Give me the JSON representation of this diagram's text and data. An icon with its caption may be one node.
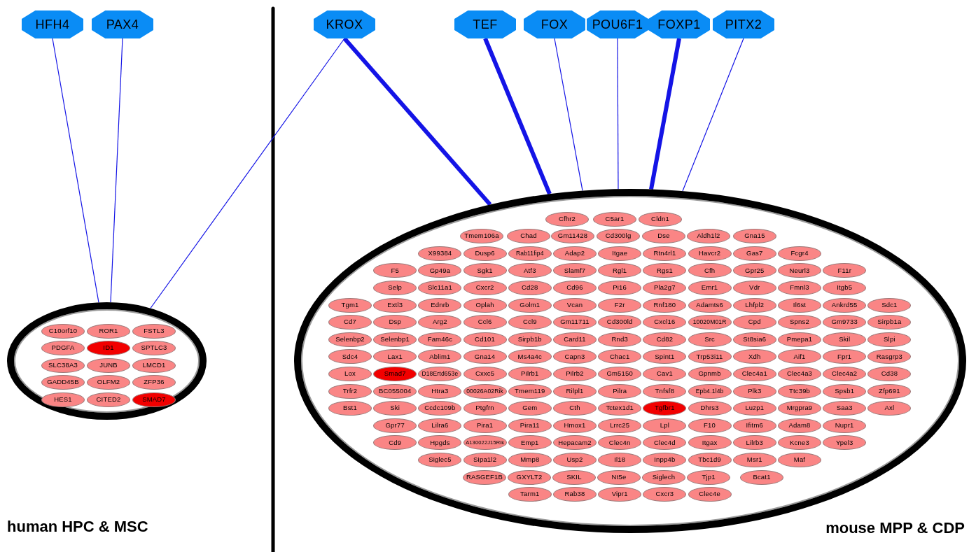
{
  "diagram": {
    "nodes": [
      {
        "text": [
          "HFH4"
        ]
      },
      {
        "text": [
          "PAX4"
        ]
      },
      {
        "text": [
          "KROX"
        ]
      },
      {
        "text": [
          "TEF"
        ]
      },
      {
        "text": [
          "FOX"
        ]
      },
      {
        "text": [
          "POU6F1"
        ]
      },
      {
        "text": [
          "FOXP1"
        ]
      },
      {
        "text": [
          "PITX2"
        ]
      },
      {
        "text": [],
        "shape": "ellipse"
      },
      {
        "text": [
          "C10orf10"
        ],
        "in": 8
      },
      {
        "text": [
          "ROR1"
        ],
        "in": 8
      },
      {
        "text": [
          "FSTL3"
        ],
        "in": 8
      },
      {
        "text": [
          "PDGFA"
        ],
        "in": 8
      },
      {
        "text": [
          "ID1"
        ],
        "in": 8
      },
      {
        "text": [
          "SPTLC3"
        ],
        "in": 8
      },
      {
        "text": [
          "SLC38A3"
        ],
        "in": 8
      },
      {
        "text": [
          "JUNB"
        ],
        "in": 8
      },
      {
        "text": [
          "LMCD1"
        ],
        "in": 8
      },
      {
        "text": [
          "GADD45B"
        ],
        "in": 8
      },
      {
        "text": [
          "OLFM2"
        ],
        "in": 8
      },
      {
        "text": [
          "ZFP36"
        ],
        "in": 8
      },
      {
        "text": [
          "HES1"
        ],
        "in": 8
      },
      {
        "text": [
          "CITED2"
        ],
        "in": 8
      },
      {
        "text": [
          "SMAD7"
        ],
        "in": 8
      },
      {
        "text": [],
        "shape": "ellipse"
      },
      {
        "text": [
          "Cfhr2"
        ],
        "in": 24
      },
      {
        "text": [
          "C5ar1"
        ],
        "in": 24
      },
      {
        "text": [
          "Cldn1"
        ],
        "in": 24
      },
      {
        "text": [
          "Tmem106a"
        ],
        "in": 24
      },
      {
        "text": [
          "Chad"
        ],
        "in": 24
      },
      {
        "text": [
          "Gm11428"
        ],
        "in": 24
      },
      {
        "text": [
          "Cd300lg"
        ],
        "in": 24
      },
      {
        "text": [
          "Dse"
        ],
        "in": 24
      },
      {
        "text": [
          "Aldh1l2"
        ],
        "in": 24
      },
      {
        "text": [
          "Gna15"
        ],
        "in": 24
      },
      {
        "text": [
          "X99384"
        ],
        "in": 24
      },
      {
        "text": [
          "Dusp6"
        ],
        "in": 24
      },
      {
        "text": [
          "Rab11fip4"
        ],
        "in": 24
      },
      {
        "text": [
          "Adap2"
        ],
        "in": 24
      },
      {
        "text": [
          "Itgae"
        ],
        "in": 24
      },
      {
        "text": [
          "Rtn4rl1"
        ],
        "in": 24
      },
      {
        "text": [
          "Havcr2"
        ],
        "in": 24
      },
      {
        "text": [
          "Gas7"
        ],
        "in": 24
      },
      {
        "text": [
          "Fcgr4"
        ],
        "in": 24
      },
      {
        "text": [
          "F5"
        ],
        "in": 24
      },
      {
        "text": [
          "Gp49a"
        ],
        "in": 24
      },
      {
        "text": [
          "Sgk1"
        ],
        "in": 24
      },
      {
        "text": [
          "Atf3"
        ],
        "in": 24
      },
      {
        "text": [
          "Slamf7"
        ],
        "in": 24
      },
      {
        "text": [
          "Rgl1"
        ],
        "in": 24
      },
      {
        "text": [
          "Rgs1"
        ],
        "in": 24
      },
      {
        "text": [
          "Cfh"
        ],
        "in": 24
      },
      {
        "text": [
          "Gpr25"
        ],
        "in": 24
      },
      {
        "text": [
          "Neurl3"
        ],
        "in": 24
      },
      {
        "text": [
          "F11r"
        ],
        "in": 24
      },
      {
        "text": [
          "Selp"
        ],
        "in": 24
      },
      {
        "text": [
          "Slc11a1"
        ],
        "in": 24
      },
      {
        "text": [
          "Cxcr2"
        ],
        "in": 24
      },
      {
        "text": [
          "Cd28"
        ],
        "in": 24
      },
      {
        "text": [
          "Cd96"
        ],
        "in": 24
      },
      {
        "text": [
          "Pi16"
        ],
        "in": 24
      },
      {
        "text": [
          "Pla2g7"
        ],
        "in": 24
      },
      {
        "text": [
          "Emr1"
        ],
        "in": 24
      },
      {
        "text": [
          "Vdr"
        ],
        "in": 24
      },
      {
        "text": [
          "Fmnl3"
        ],
        "in": 24
      },
      {
        "text": [
          "Itgb5"
        ],
        "in": 24
      },
      {
        "text": [
          "Tgm1"
        ],
        "in": 24
      },
      {
        "text": [
          "Extl3"
        ],
        "in": 24
      },
      {
        "text": [
          "Ednrb"
        ],
        "in": 24
      },
      {
        "text": [
          "Oplah"
        ],
        "in": 24
      },
      {
        "text": [
          "Golm1"
        ],
        "in": 24
      },
      {
        "text": [
          "Vcan"
        ],
        "in": 24
      },
      {
        "text": [
          "F2r"
        ],
        "in": 24
      },
      {
        "text": [
          "Rnf180"
        ],
        "in": 24
      },
      {
        "text": [
          "Adamts6"
        ],
        "in": 24
      },
      {
        "text": [
          "Lhfpl2"
        ],
        "in": 24
      },
      {
        "text": [
          "Il6st"
        ],
        "in": 24
      },
      {
        "text": [
          "Ankrd55"
        ],
        "in": 24
      },
      {
        "text": [
          "Sdc1"
        ],
        "in": 24
      },
      {
        "text": [
          "Cd7"
        ],
        "in": 24
      },
      {
        "text": [
          "Dsp"
        ],
        "in": 24
      },
      {
        "text": [
          "Arg2"
        ],
        "in": 24
      },
      {
        "text": [
          "Ccl6"
        ],
        "in": 24
      },
      {
        "text": [
          "Ccl9"
        ],
        "in": 24
      },
      {
        "text": [
          "Gm11711"
        ],
        "in": 24
      },
      {
        "text": [
          "Cd300ld"
        ],
        "in": 24
      },
      {
        "text": [
          "Cxcl16"
        ],
        "in": 24
      },
      {
        "text": [
          "10020M01R"
        ],
        "in": 24
      },
      {
        "text": [
          "Cpd"
        ],
        "in": 24
      },
      {
        "text": [
          "Spns2"
        ],
        "in": 24
      },
      {
        "text": [
          "Gm9733"
        ],
        "in": 24
      },
      {
        "text": [
          "Sirpb1a"
        ],
        "in": 24
      },
      {
        "text": [
          "Selenbp2"
        ],
        "in": 24
      },
      {
        "text": [
          "Selenbp1"
        ],
        "in": 24
      },
      {
        "text": [
          "Fam46c"
        ],
        "in": 24
      },
      {
        "text": [
          "Cd101"
        ],
        "in": 24
      },
      {
        "text": [
          "Sirpb1b"
        ],
        "in": 24
      },
      {
        "text": [
          "Card11"
        ],
        "in": 24
      },
      {
        "text": [
          "Rnd3"
        ],
        "in": 24
      },
      {
        "text": [
          "Cd82"
        ],
        "in": 24
      },
      {
        "text": [
          "Src"
        ],
        "in": 24
      },
      {
        "text": [
          "St8sia6"
        ],
        "in": 24
      },
      {
        "text": [
          "Pmepa1"
        ],
        "in": 24
      },
      {
        "text": [
          "Skil"
        ],
        "in": 24
      },
      {
        "text": [
          "Slpi"
        ],
        "in": 24
      },
      {
        "text": [
          "Sdc4"
        ],
        "in": 24
      },
      {
        "text": [
          "Lax1"
        ],
        "in": 24
      },
      {
        "text": [
          "Ablim1"
        ],
        "in": 24
      },
      {
        "text": [
          "Gna14"
        ],
        "in": 24
      },
      {
        "text": [
          "Ms4a4c"
        ],
        "in": 24
      },
      {
        "text": [
          "Capn3"
        ],
        "in": 24
      },
      {
        "text": [
          "Chac1"
        ],
        "in": 24
      },
      {
        "text": [
          "Spint1"
        ],
        "in": 24
      },
      {
        "text": [
          "Trp53i11"
        ],
        "in": 24
      },
      {
        "text": [
          "Xdh"
        ],
        "in": 24
      },
      {
        "text": [
          "Aif1"
        ],
        "in": 24
      },
      {
        "text": [
          "Fpr1"
        ],
        "in": 24
      },
      {
        "text": [
          "Rasgrp3"
        ],
        "in": 24
      },
      {
        "text": [
          "Lox"
        ],
        "in": 24
      },
      {
        "text": [
          "Smad7"
        ],
        "in": 24
      },
      {
        "text": [
          "D18Ertd653e"
        ],
        "in": 24
      },
      {
        "text": [
          "Cxxc5"
        ],
        "in": 24
      },
      {
        "text": [
          "Pilrb1"
        ],
        "in": 24
      },
      {
        "text": [
          "Pilrb2"
        ],
        "in": 24
      },
      {
        "text": [
          "Gm5150"
        ],
        "in": 24
      },
      {
        "text": [
          "Cav1"
        ],
        "in": 24
      },
      {
        "text": [
          "Gpnmb"
        ],
        "in": 24
      },
      {
        "text": [
          "Clec4a1"
        ],
        "in": 24
      },
      {
        "text": [
          "Clec4a3"
        ],
        "in": 24
      },
      {
        "text": [
          "Clec4a2"
        ],
        "in": 24
      },
      {
        "text": [
          "Cd38"
        ],
        "in": 24
      },
      {
        "text": [
          "Trfr2"
        ],
        "in": 24
      },
      {
        "text": [
          "BC055004"
        ],
        "in": 24
      },
      {
        "text": [
          "Htra3"
        ],
        "in": 24
      },
      {
        "text": [
          "00026A02Rik"
        ],
        "in": 24
      },
      {
        "text": [
          "Tmem119"
        ],
        "in": 24
      },
      {
        "text": [
          "Rilpl1"
        ],
        "in": 24
      },
      {
        "text": [
          "Pilra"
        ],
        "in": 24
      },
      {
        "text": [
          "Tnfsf8"
        ],
        "in": 24
      },
      {
        "text": [
          "Epb4.1l4b"
        ],
        "in": 24
      },
      {
        "text": [
          "Plk3"
        ],
        "in": 24
      },
      {
        "text": [
          "Ttc39b"
        ],
        "in": 24
      },
      {
        "text": [
          "Spsb1"
        ],
        "in": 24
      },
      {
        "text": [
          "Zfp691"
        ],
        "in": 24
      },
      {
        "text": [
          "Bst1"
        ],
        "in": 24
      },
      {
        "text": [
          "Ski"
        ],
        "in": 24
      },
      {
        "text": [
          "Ccdc109b"
        ],
        "in": 24
      },
      {
        "text": [
          "Ptgfrn"
        ],
        "in": 24
      },
      {
        "text": [
          "Gem"
        ],
        "in": 24
      },
      {
        "text": [
          "Cth"
        ],
        "in": 24
      },
      {
        "text": [
          "Tctex1d1"
        ],
        "in": 24
      },
      {
        "text": [
          "Tgfbr1"
        ],
        "in": 24
      },
      {
        "text": [
          "Dhrs3"
        ],
        "in": 24
      },
      {
        "text": [
          "Luzp1"
        ],
        "in": 24
      },
      {
        "text": [
          "Mrgpra9"
        ],
        "in": 24
      },
      {
        "text": [
          "Saa3"
        ],
        "in": 24
      },
      {
        "text": [
          "Axl"
        ],
        "in": 24
      },
      {
        "text": [
          "Gpr77"
        ],
        "in": 24
      },
      {
        "text": [
          "Lilra6"
        ],
        "in": 24
      },
      {
        "text": [
          "Pira1"
        ],
        "in": 24
      },
      {
        "text": [
          "Pira11"
        ],
        "in": 24
      },
      {
        "text": [
          "Hmox1"
        ],
        "in": 24
      },
      {
        "text": [
          "Lrrc25"
        ],
        "in": 24
      },
      {
        "text": [
          "Lpl"
        ],
        "in": 24
      },
      {
        "text": [
          "F10"
        ],
        "in": 24
      },
      {
        "text": [
          "Ifitm6"
        ],
        "in": 24
      },
      {
        "text": [
          "Adam8"
        ],
        "in": 24
      },
      {
        "text": [
          "Nupr1"
        ],
        "in": 24
      },
      {
        "text": [
          "Cd9"
        ],
        "in": 24
      },
      {
        "text": [
          "Hpgds"
        ],
        "in": 24
      },
      {
        "text": [
          "A130022J15Rik"
        ],
        "in": 24
      },
      {
        "text": [
          "Emp1"
        ],
        "in": 24
      },
      {
        "text": [
          "Hepacam2"
        ],
        "in": 24
      },
      {
        "text": [
          "Clec4n"
        ],
        "in": 24
      },
      {
        "text": [
          "Clec4d"
        ],
        "in": 24
      },
      {
        "text": [
          "Itgax"
        ],
        "in": 24
      },
      {
        "text": [
          "Lilrb3"
        ],
        "in": 24
      },
      {
        "text": [
          "Kcne3"
        ],
        "in": 24
      },
      {
        "text": [
          "Ypel3"
        ],
        "in": 24
      },
      {
        "text": [
          "Siglec5"
        ],
        "in": 24
      },
      {
        "text": [
          "Sipa1l2"
        ],
        "in": 24
      },
      {
        "text": [
          "Mmp8"
        ],
        "in": 24
      },
      {
        "text": [
          "Usp2"
        ],
        "in": 24
      },
      {
        "text": [
          "Il18"
        ],
        "in": 24
      },
      {
        "text": [
          "Inpp4b"
        ],
        "in": 24
      },
      {
        "text": [
          "Tbc1d9"
        ],
        "in": 24
      },
      {
        "text": [
          "Msr1"
        ],
        "in": 24
      },
      {
        "text": [
          "Maf"
        ],
        "in": 24
      },
      {
        "text": [
          "RASGEF1B"
        ],
        "in": 24
      },
      {
        "text": [
          "GXYLT2"
        ],
        "in": 24
      },
      {
        "text": [
          "SKIL"
        ],
        "in": 24
      },
      {
        "text": [
          "Nt5e"
        ],
        "in": 24
      },
      {
        "text": [
          "Siglech"
        ],
        "in": 24
      },
      {
        "text": [
          "Tjp1"
        ],
        "in": 24
      },
      {
        "text": [
          "Bcat1"
        ],
        "in": 24
      },
      {
        "text": [
          "Tarm1"
        ],
        "in": 24
      },
      {
        "text": [
          "Rab38"
        ],
        "in": 24
      },
      {
        "text": [
          "Vipr1"
        ],
        "in": 24
      },
      {
        "text": [
          "Cxcr3"
        ],
        "in": 24
      },
      {
        "text": [
          "Clec4e"
        ],
        "in": 24
      }
    ],
    "edges": [
      {
        "from": 0,
        "to": 8,
        "arrow": "none"
      },
      {
        "from": 1,
        "to": 8,
        "arrow": "none"
      },
      {
        "from": 2,
        "to": 8,
        "arrow": "none"
      },
      {
        "from": 2,
        "to": 24,
        "arrow": "none",
        "style": "thick"
      },
      {
        "from": 3,
        "to": 24,
        "arrow": "none",
        "style": "thick"
      },
      {
        "from": 4,
        "to": 24,
        "arrow": "none"
      },
      {
        "from": 5,
        "to": 24,
        "arrow": "none"
      },
      {
        "from": 6,
        "to": 24,
        "arrow": "none",
        "style": "thick"
      },
      {
        "from": 7,
        "to": 24,
        "arrow": "none"
      }
    ],
    "labels": [
      "human HPC & MSC",
      "mouse MPP & CDP"
    ]
  }
}
